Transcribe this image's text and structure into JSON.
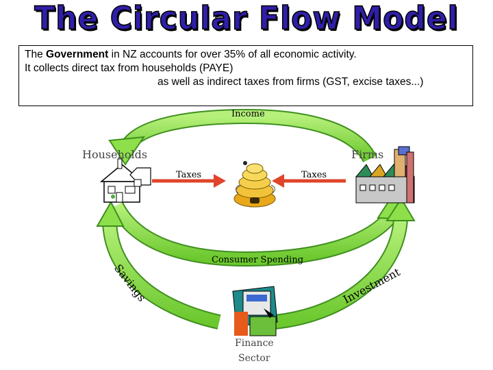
{
  "title": "The Circular Flow Model",
  "intro": {
    "line1_pre": "The ",
    "line1_bold": "Government",
    "line1_post": " in NZ accounts for over 35% of all economic activity.",
    "line2": "It collects direct tax from households (PAYE)",
    "line3": "as well as indirect taxes from firms (GST, excise taxes...)"
  },
  "labels": {
    "income": "Income",
    "households": "Households",
    "firms": "Firms",
    "taxes_left": "Taxes",
    "taxes_right": "Taxes",
    "consumer_spending": "Consumer Spending",
    "savings": "Savings",
    "investment": "Investment",
    "finance_sector_1": "Finance",
    "finance_sector_2": "Sector"
  },
  "colors": {
    "arrow_green": "#8ee04a",
    "arrow_outline": "#3f8f1f",
    "tax_arrow": "#e0442a",
    "title_blue": "#2f1fa8"
  }
}
